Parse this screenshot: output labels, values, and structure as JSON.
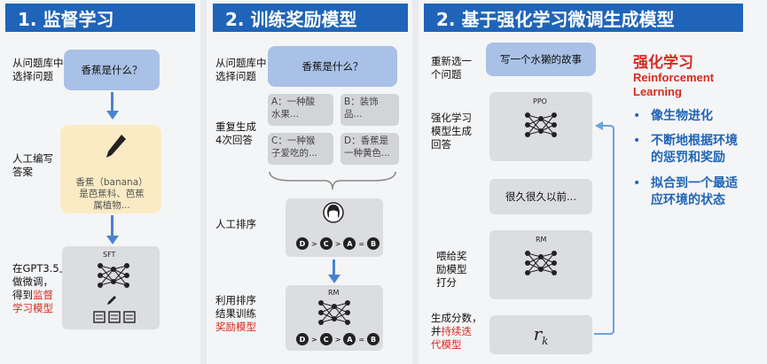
{
  "panels": [
    {
      "title": "1. 监督学习"
    },
    {
      "title": "2. 训练奖励模型"
    },
    {
      "title": "2. 基于强化学习微调生成模型"
    }
  ],
  "p1": {
    "label1": "从问题库中\n选择问题",
    "question": "香蕉是什么？",
    "label2": "人工编写\n答案",
    "answer": "香蕉（banana）\n是芭蕉科、芭蕉\n属植物...",
    "label3_prefix": "在GPT3.5上\n做微调，\n得到",
    "label3_red": "监督\n学习模型",
    "sft": "SFT"
  },
  "p2": {
    "label1": "从问题库中\n选择问题",
    "question": "香蕉是什么？",
    "label2": "重复生成\n4次回答",
    "answers": [
      {
        "text": "A：一种酸\n水果..."
      },
      {
        "text": "B：装饰\n品..."
      },
      {
        "text": "C：一种猴\n子爱吃的..."
      },
      {
        "text": "D：香蕉是\n一种黄色..."
      }
    ],
    "label3": "人工排序",
    "label4_prefix": "利用排序\n结果训练",
    "label4_red": "奖励模型",
    "rank": [
      "D",
      ">",
      "C",
      ">",
      "A",
      "=",
      "B"
    ],
    "rm": "RM"
  },
  "p3": {
    "label1": "重新选一\n个问题",
    "question": "写一个水獭的故事",
    "label2": "强化学习\n模型生成\n回答",
    "ppo": "PPO",
    "output": "很久很久以前...",
    "label3": "喂给奖\n励模型\n打分",
    "rm": "RM",
    "label4_prefix": "生成分数，\n并",
    "label4_red": "持续迭\n代模型",
    "reward": "r",
    "reward_sub": "k"
  },
  "side": {
    "title": "强化学习",
    "title_en": "Reinforcement\nLearning",
    "bullets": [
      "像生物进化",
      "不断地根据环境\n的惩罚和奖励",
      "拟合到一个最适\n应环境的状态"
    ]
  },
  "colors": {
    "header": "#1f64b8",
    "accent_red": "#d62b1f",
    "arrow": "#4a84cf"
  }
}
